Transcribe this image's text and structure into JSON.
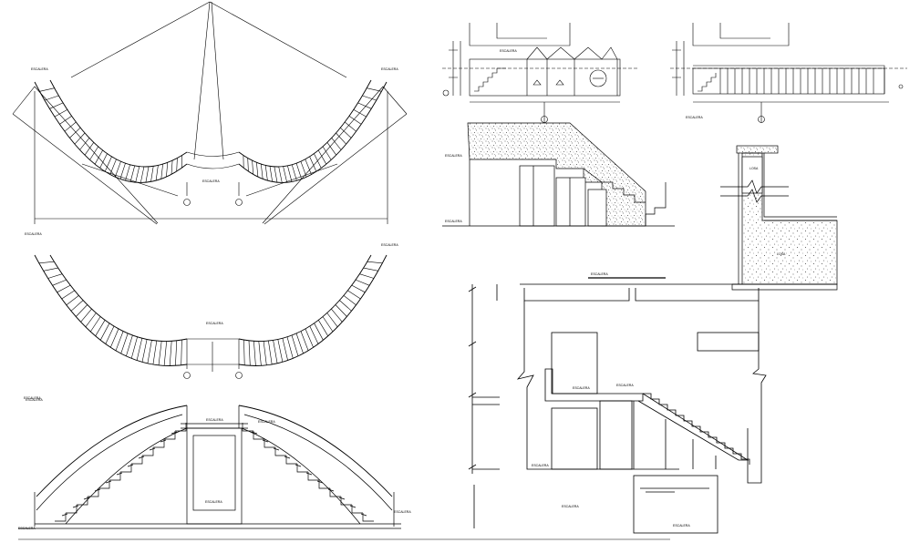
{
  "drawing": {
    "background": "#ffffff",
    "ink": "#000000",
    "hatch": "#555555",
    "labels": {
      "ar1": "ESCALERA",
      "ar2": "ESCALERA",
      "ar3": "ESCALERA",
      "ar4": "ESCALERA",
      "ar5": "ESCALERA",
      "ar6": "ESCALERA",
      "ar7": "ESCALERA",
      "el1": "ESCALERA",
      "el2": "ESCALERA",
      "el3": "ESCALERA",
      "el4": "ESCALERA",
      "el5": "ESCALERA",
      "el6": "ESCALERA",
      "sc1": "ESCALERA",
      "sc2": "ESCALERA",
      "sc3": "ESCALERA",
      "sc4": "ESCALERA",
      "dl1": "LOSA",
      "dl2": "LOSA",
      "sec1": "ESCALERA",
      "sec2": "ESCALERA",
      "sec3": "ESCALERA",
      "sec4": "ESCALERA",
      "sec5": "ESCALERA",
      "sec6": "ESCALERA"
    }
  }
}
